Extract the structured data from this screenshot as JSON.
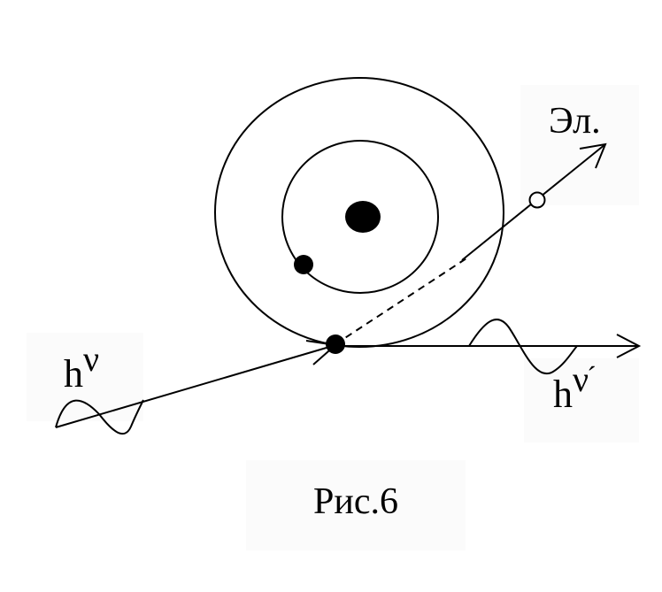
{
  "diagram": {
    "labels": {
      "incident_photon": "h",
      "incident_photon_sup": "ν",
      "scattered_photon": "h",
      "scattered_photon_sup": "ν",
      "scattered_photon_prime": "´",
      "electron": "Эл."
    },
    "caption": "Рис.6"
  }
}
